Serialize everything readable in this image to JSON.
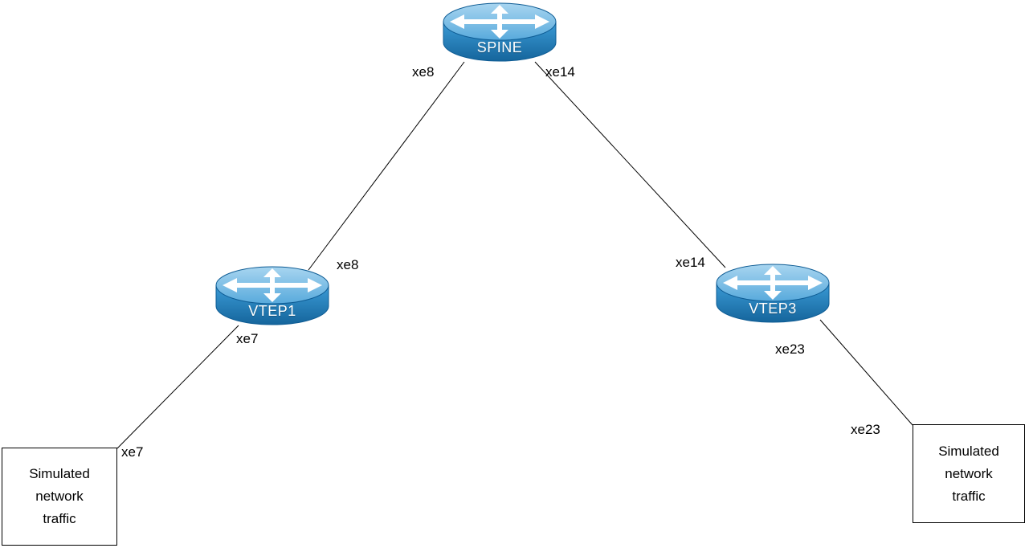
{
  "nodes": [
    {
      "id": "spine",
      "label": "SPINE"
    },
    {
      "id": "vtep1",
      "label": "VTEP1"
    },
    {
      "id": "vtep3",
      "label": "VTEP3"
    }
  ],
  "endpoints": [
    {
      "id": "traffic-left",
      "label": "Simulated network traffic"
    },
    {
      "id": "traffic-right",
      "label": "Simulated network traffic"
    }
  ],
  "links": [
    {
      "from": "SPINE",
      "from_if": "xe8",
      "to": "VTEP1",
      "to_if": "xe8"
    },
    {
      "from": "SPINE",
      "from_if": "xe14",
      "to": "VTEP3",
      "to_if": "xe14"
    },
    {
      "from": "VTEP1",
      "from_if": "xe7",
      "to": "Simulated network traffic (left)",
      "to_if": "xe7"
    },
    {
      "from": "VTEP3",
      "from_if": "xe23",
      "to": "Simulated network traffic (right)",
      "to_if": "xe23"
    }
  ],
  "colors": {
    "router_body": "#1a72ae",
    "router_top": "#7fc0e8",
    "line": "#000000",
    "label_text": "#000000",
    "router_label_text": "#ffffff"
  }
}
